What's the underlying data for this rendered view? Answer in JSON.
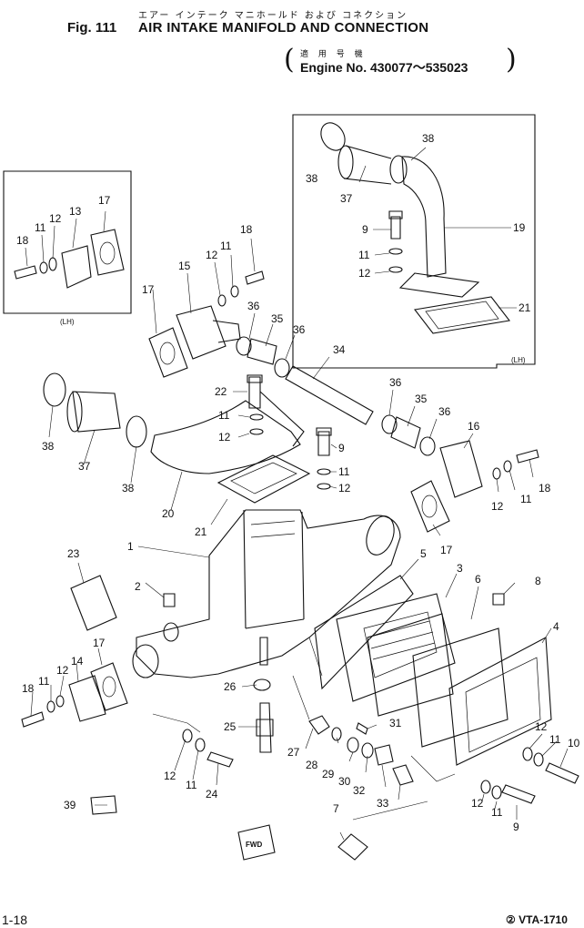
{
  "header": {
    "japanese_title": "エアー インテーク マニホールド および コネクション",
    "fig_label": "Fig. 111",
    "title": "AIR INTAKE MANIFOLD AND CONNECTION",
    "applicable_jp": "適 用 号 機",
    "engine_range": "Engine No. 430077～535023"
  },
  "footer": {
    "page": "1-18",
    "code": "② VTA-1710"
  },
  "callouts": [
    "1",
    "2",
    "3",
    "4",
    "5",
    "6",
    "7",
    "8",
    "9",
    "10",
    "11",
    "12",
    "13",
    "14",
    "15",
    "16",
    "17",
    "18",
    "19",
    "20",
    "21",
    "22",
    "23",
    "24",
    "25",
    "26",
    "27",
    "28",
    "29",
    "30",
    "31",
    "32",
    "33",
    "34",
    "35",
    "36",
    "37",
    "38",
    "39"
  ],
  "lh_label": "(LH)",
  "fwd_label": "FWD"
}
